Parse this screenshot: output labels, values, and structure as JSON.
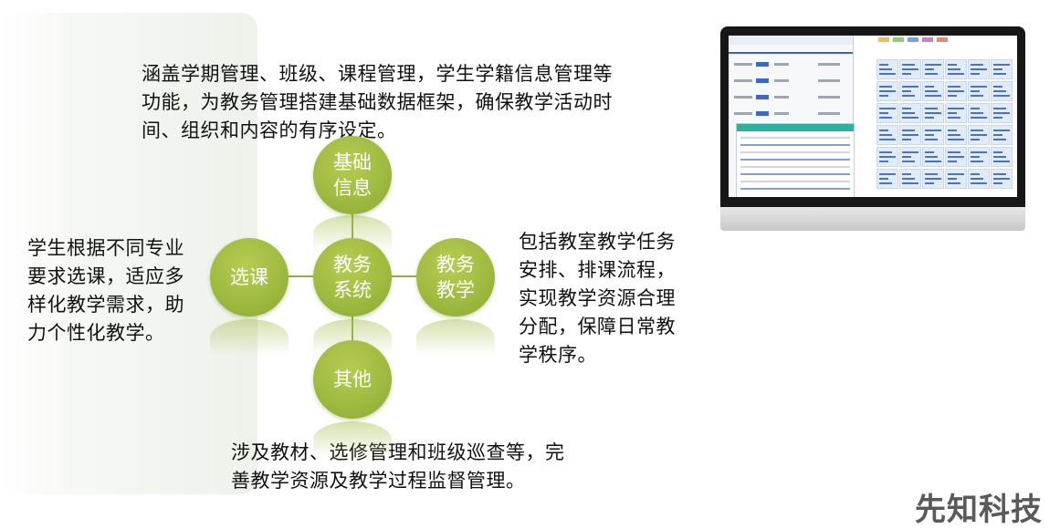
{
  "descriptions": {
    "top": "涵盖学期管理、班级、课程管理，学生学籍信息管理等功能，为教务管理搭建基础数据框架，确保教学活动时间、组织和内容的有序设定。",
    "left": "学生根据不同专业要求选课，适应多样化教学需求，助力个性化教学。",
    "right": "包括教室教学任务安排、排课流程，实现教学资源合理分配，保障日常教学秩序。",
    "bottom": "涉及教材、选修管理和班级巡查等，完善教学资源及教学过程监督管理。"
  },
  "nodes": {
    "center": "教务\n系统",
    "top": "基础\n信息",
    "left": "选课",
    "right": "教务\n教学",
    "bottom": "其他"
  },
  "colors": {
    "node_green": "#9fbb40",
    "connector": "#8db04a",
    "text": "#111111",
    "brand": "#5a5a5a"
  },
  "brand": "先知科技"
}
